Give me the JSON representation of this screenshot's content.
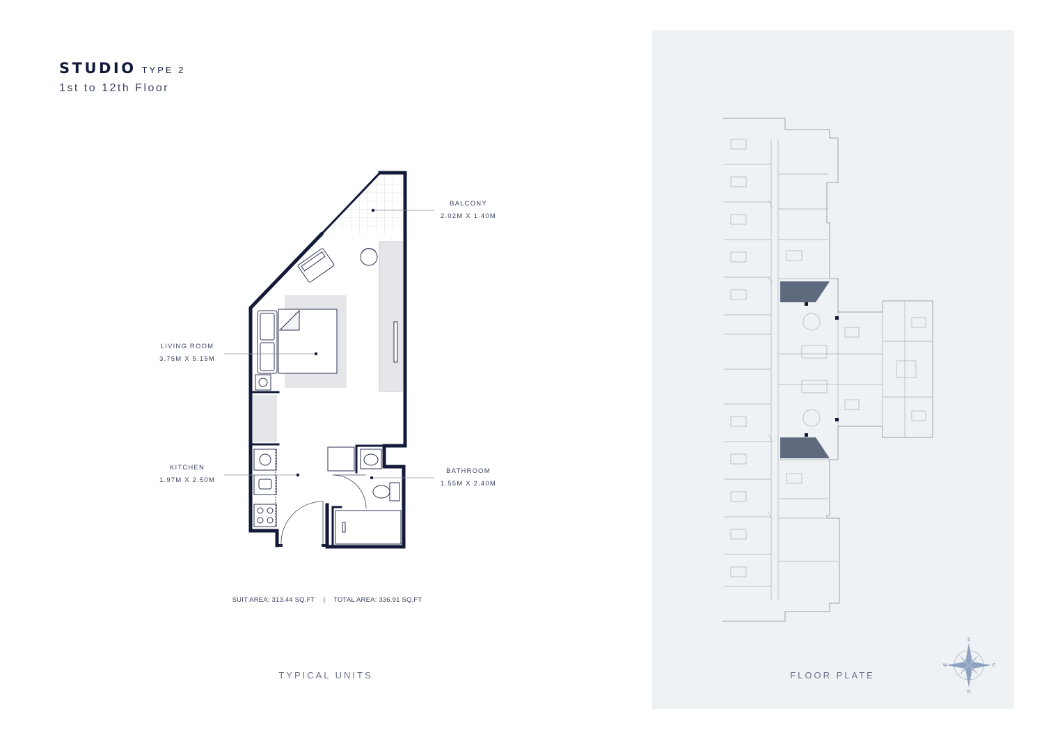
{
  "header": {
    "title": "STUDIO",
    "type": "TYPE 2",
    "floors": "1st to 12th Floor"
  },
  "rooms": {
    "balcony": {
      "name": "BALCONY",
      "size": "2.02M X 1.40M"
    },
    "living": {
      "name": "LIVING ROOM",
      "size": "3.75M X 5.15M"
    },
    "kitchen": {
      "name": "KITCHEN",
      "size": "1.97M X 2.50M"
    },
    "bathroom": {
      "name": "BATHROOM",
      "size": "1.55M X 2.40M"
    }
  },
  "areas": {
    "suit": "SUIT AREA: 313.44 SQ.FT",
    "separator": "|",
    "total": "TOTAL AREA: 336.91 SQ.FT"
  },
  "footer": {
    "left": "TYPICAL UNITS",
    "right": "FLOOR PLATE"
  },
  "compass": {
    "n": "N",
    "s": "S",
    "e": "E",
    "w": "W"
  },
  "colors": {
    "wall": "#121a38",
    "furniture_fill": "#e4e6ea",
    "highlight": "#5f6a7e",
    "plate_bg": "#eff2f4"
  }
}
